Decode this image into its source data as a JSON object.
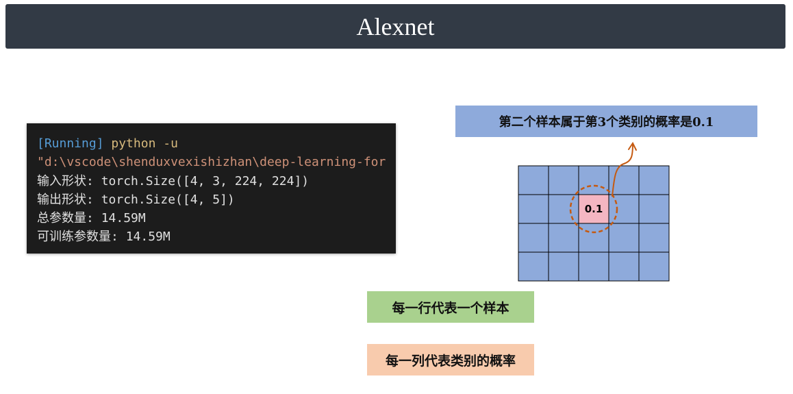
{
  "slide": {
    "title": "Alexnet"
  },
  "terminal": {
    "running_tag": "[Running]",
    "command": " python -u",
    "path": "\"d:\\vscode\\shenduxvexishizhan\\deep-learning-for",
    "input_shape_label": "输入形状: ",
    "input_shape_value": "torch.Size([4, 3, 224, 224])",
    "output_shape_label": "输出形状: ",
    "output_shape_value": "torch.Size([4, 5])",
    "total_params_label": "总参数量: ",
    "total_params_value": "14.59M",
    "trainable_params_label": "可训练参数量: ",
    "trainable_params_value": "14.59M"
  },
  "annotations": {
    "highlight_caption": "第二个样本属于第3个类别的概率是0.1",
    "row_caption": "每一行代表一个样本",
    "column_caption": "每一列代表类别的概率"
  },
  "matrix": {
    "rows": 4,
    "cols": 5,
    "highlight_row": 1,
    "highlight_col": 2,
    "highlight_value": "0.1",
    "cell_color": "#8eaadb",
    "highlight_color": "#f4b6c2",
    "circle_color": "#c55a11"
  }
}
